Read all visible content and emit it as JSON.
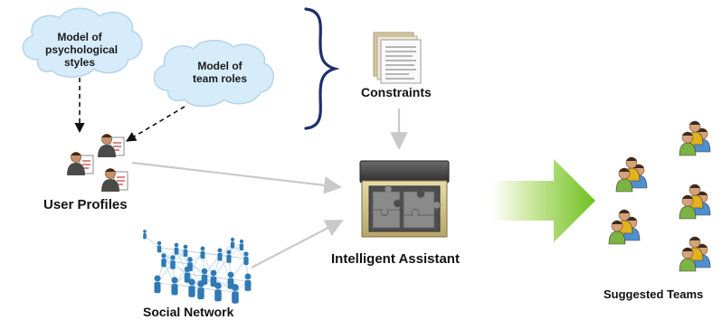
{
  "clouds": {
    "psych_line1": "Model of",
    "psych_line2": "psychological",
    "psych_line3": "styles",
    "roles_line1": "Model of",
    "roles_line2": "team roles"
  },
  "labels": {
    "constraints": "Constraints",
    "user_profiles": "User Profiles",
    "intelligent_assistant": "Intelligent Assistant",
    "social_network": "Social Network",
    "suggested_teams": "Suggested Teams"
  },
  "colors": {
    "cloud_fill": "#d7ecfb",
    "cloud_stroke": "#b4d3ea",
    "brace": "#1f2f6b",
    "arrow_gray": "#c9c9c9",
    "big_arrow": "#6fc11f",
    "box_dark": "#3f3f3f",
    "puzzle": "#8a8a8a",
    "person_green": "#7cb342",
    "person_yellow": "#e0b21c",
    "person_blue": "#4f8fcf",
    "network_blue": "#2f79b5"
  },
  "icons": {
    "document": "document-stack-icon",
    "assistant": "puzzle-box-icon",
    "profile": "user-profile-icon",
    "team": "team-group-icon",
    "network": "social-network-icon"
  }
}
